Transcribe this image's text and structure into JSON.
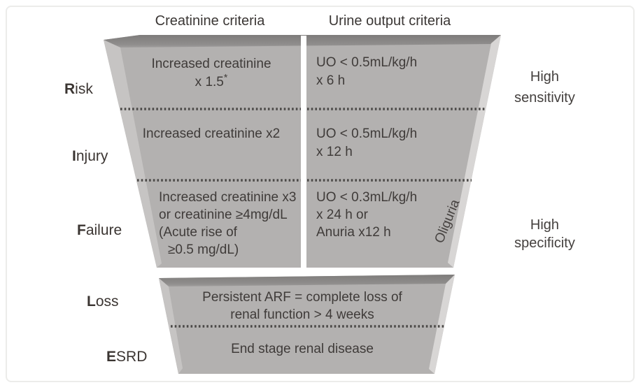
{
  "figure": {
    "headers": {
      "creatinine": "Creatinine criteria",
      "urine_output": "Urine output criteria"
    },
    "side_notes": {
      "sensitivity": {
        "line1": "High",
        "line2": "sensitivity"
      },
      "specificity": {
        "line1": "High",
        "line2": "specificity"
      }
    },
    "oliguria_label": "Oliguria",
    "stages": {
      "risk": {
        "initial": "R",
        "rest": "isk",
        "creatinine": {
          "line1": "Increased creatinine",
          "line2": "x 1.5",
          "superscript": "*"
        },
        "urine": {
          "line1": "UO < 0.5mL/kg/h",
          "line2": "x 6 h"
        }
      },
      "injury": {
        "initial": "I",
        "rest": "njury",
        "creatinine": {
          "line1": "Increased creatinine x2"
        },
        "urine": {
          "line1": "UO < 0.5mL/kg/h",
          "line2": "x 12 h"
        }
      },
      "failure": {
        "initial": "F",
        "rest": "ailure",
        "creatinine": {
          "line1": "Increased creatinine x3",
          "line2": "or creatinine ≥4mg/dL",
          "line3": "(Acute rise of",
          "line4": "≥0.5 mg/dL)"
        },
        "urine": {
          "line1": "UO < 0.3mL/kg/h",
          "line2": "x 24 h or",
          "line3": "Anuria x12 h"
        }
      },
      "loss": {
        "initial": "L",
        "rest": "oss",
        "text": {
          "line1": "Persistent ARF = complete loss of",
          "line2": "renal function > 4 weeks"
        }
      },
      "esrd": {
        "initial": "E",
        "rest": "SRD",
        "text": {
          "line1": "End stage renal disease"
        }
      }
    },
    "colors": {
      "funnel_body": "#b3b1b0",
      "funnel_bevel_dark": "#8a8887",
      "funnel_bevel_light": "#d8d6d5",
      "dotted_line": "#4b4947",
      "text": "#3f3b39"
    }
  }
}
